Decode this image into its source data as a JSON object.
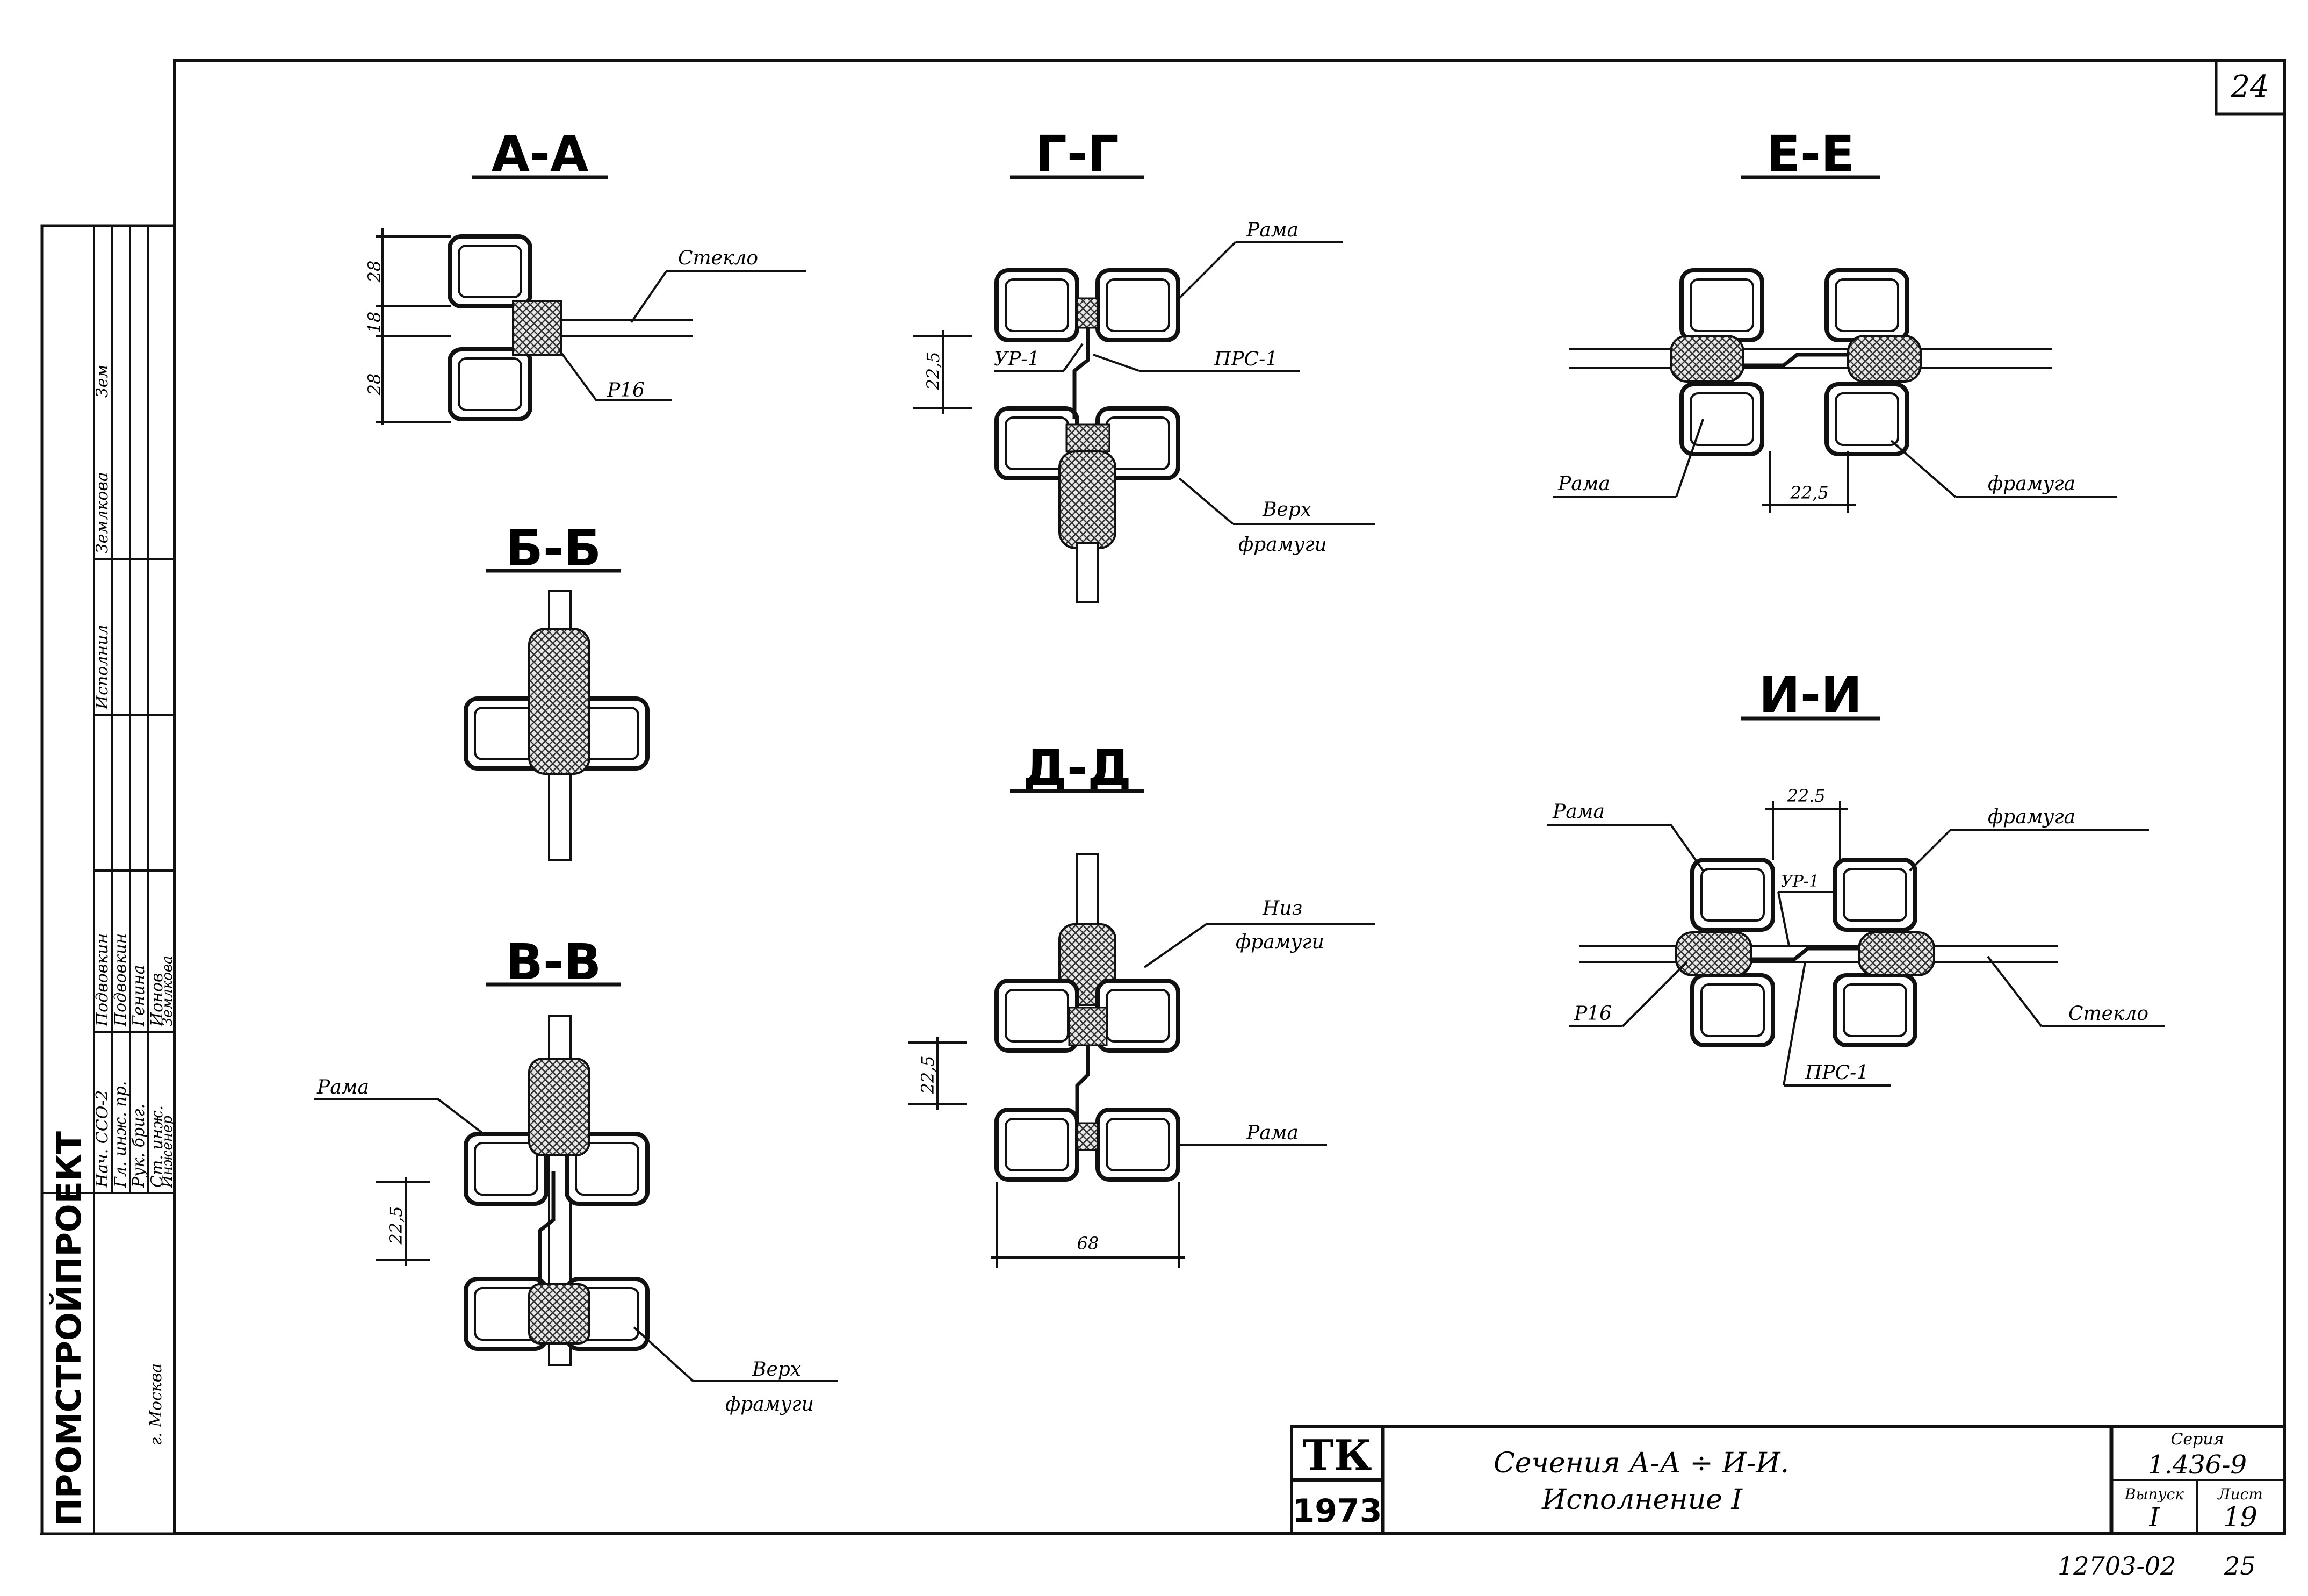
{
  "sheet_number": "24",
  "sections": {
    "aa": {
      "title": "А-А",
      "glass": "Стекло",
      "p16": "Р16",
      "dim_top": "28",
      "dim_mid": "18",
      "dim_bot": "28"
    },
    "bb": {
      "title": "Б-Б"
    },
    "vv": {
      "title": "В-В",
      "frame": "Рама",
      "transom_top": [
        "Верх",
        "фрамуги"
      ],
      "dim": "22,5"
    },
    "gg": {
      "title": "Г-Г",
      "frame": "Рама",
      "up1": "УР-1",
      "prs1": "ПРС-1",
      "transom_top": [
        "Верх",
        "фрамуги"
      ],
      "dim": "22,5"
    },
    "dd": {
      "title": "Д-Д",
      "transom_bottom": [
        "Низ",
        "фрамуги"
      ],
      "frame": "Рама",
      "dim_v": "22,5",
      "dim_w": "68"
    },
    "ee": {
      "title": "Е-Е",
      "frame": "Рама",
      "transom": "фрамуга",
      "dim": "22,5"
    },
    "ii": {
      "title": "И-И",
      "frame": "Рама",
      "transom": "фрамуга",
      "dim": "22.5",
      "up1": "УР-1",
      "p16": "Р16",
      "glass": "Стекло",
      "prs1": "ПРС-1"
    }
  },
  "side_stamp": {
    "org": "ПРОМСТРОЙПРОЕКТ",
    "city": "г. Москва",
    "roles": [
      "Нач. ССО-2",
      "Гл. инж. пр.",
      "Рук. бриг.",
      "Ст. инж.",
      "Инженер"
    ],
    "names": [
      "Подвовкин",
      "Подвовкин",
      "Генина",
      "Ионов",
      "Землкова"
    ],
    "sign_cols": [
      "Исполнил",
      "Землкова",
      "Зем"
    ]
  },
  "title_block": {
    "tk": "ТК",
    "year": "1973",
    "title_line1": "Сечения А-А ÷ И-И.",
    "title_line2": "Исполнение I",
    "series_label": "Серия",
    "series_value": "1.436-9",
    "issue_label": "Выпуск",
    "issue_value": "I",
    "sheet_label": "Лист",
    "sheet_value": "19"
  },
  "footer": {
    "code": "12703-02",
    "page": "25"
  }
}
